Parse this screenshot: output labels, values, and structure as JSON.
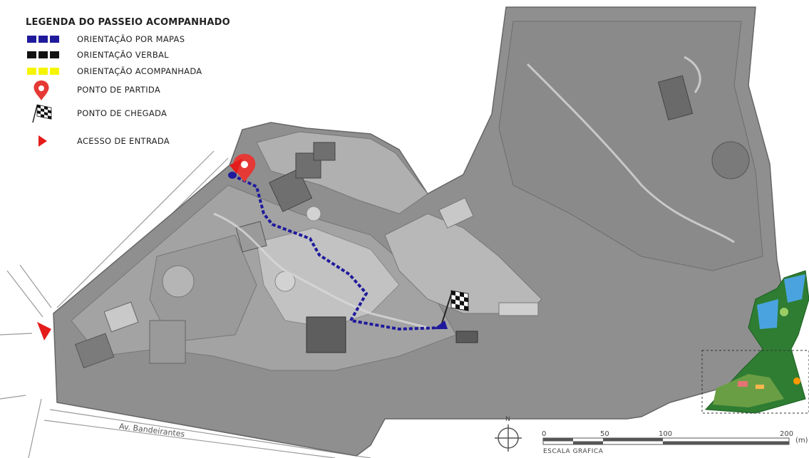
{
  "legend": {
    "title": "LEGENDA DO PASSEIO ACOMPANHADO",
    "items": [
      {
        "label": "ORIENTAÇÃO POR MAPAS",
        "color": "#1f1a9c",
        "icon": "blue-dashed-route"
      },
      {
        "label": "ORIENTAÇÃO VERBAL",
        "color": "#111111",
        "icon": "black-dashed-route"
      },
      {
        "label": "ORIENTAÇÃO ACOMPANHADA",
        "color": "#f5f500",
        "icon": "yellow-dashed-route"
      },
      {
        "label": "PONTO DE PARTIDA",
        "color": "#e53935",
        "icon": "map-pin-icon"
      },
      {
        "label": "PONTO DE CHEGADA",
        "color": "#111111",
        "icon": "checkered-flag-icon"
      },
      {
        "label": "ACESSO DE ENTRADA",
        "color": "#e51c1c",
        "icon": "red-triangle-icon"
      }
    ]
  },
  "map": {
    "road_label": "Av. Bandeirantes",
    "scale": {
      "title": "ESCALA GRAFICA",
      "ticks": [
        "0",
        "50",
        "100",
        "200"
      ],
      "unit": "(m)"
    },
    "north_label": "N"
  },
  "colors": {
    "park_dark": "#8f8f8f",
    "park_mid": "#a9a9a9",
    "park_light": "#c4c4c4",
    "route_blue": "#1f1a9c",
    "inset_green": "#2e7d32",
    "inset_water": "#4aa3df"
  }
}
